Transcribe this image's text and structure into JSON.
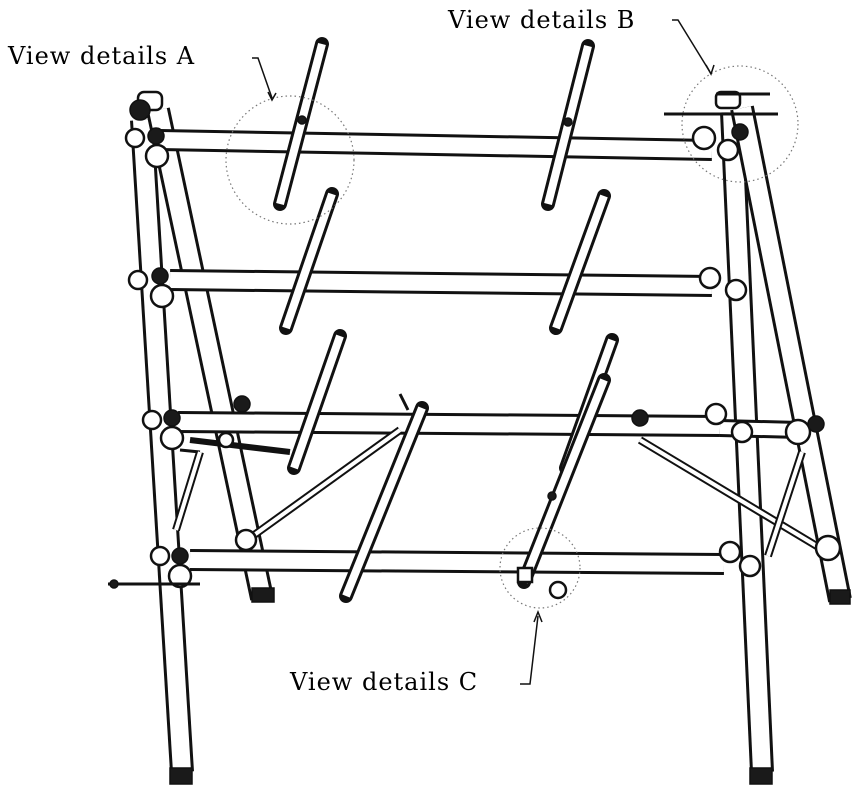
{
  "callouts": {
    "a": {
      "label": "View details",
      "letter": "A"
    },
    "b": {
      "label": "View details",
      "letter": "B"
    },
    "c": {
      "label": "View details",
      "letter": "C"
    }
  },
  "colors": {
    "line": "#111111",
    "background": "#ffffff"
  },
  "parts": {
    "frame": "keyboard-stand-frame",
    "tiers": 4,
    "support_arms_per_tier": 2
  }
}
